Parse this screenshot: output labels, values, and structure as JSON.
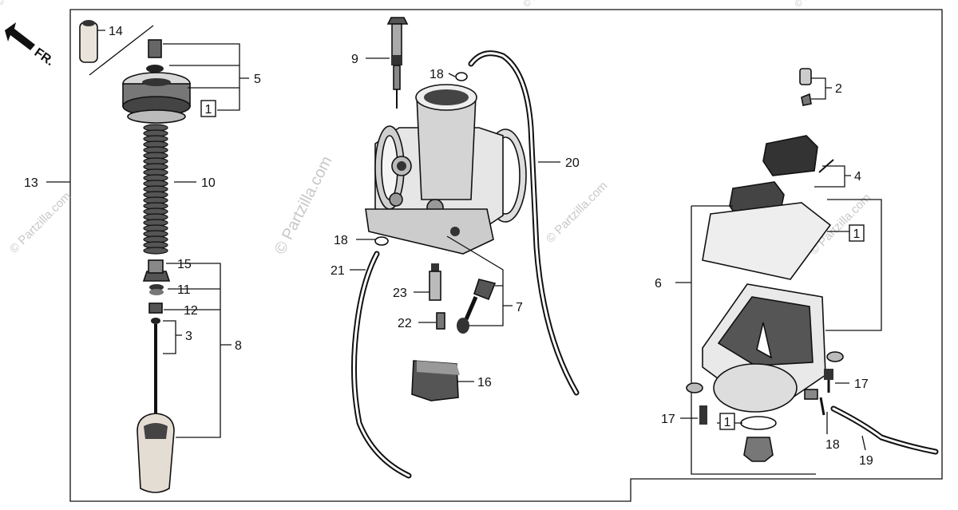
{
  "diagram": {
    "direction_label": "FR.",
    "watermarks": [
      "© Partzilla.com",
      "© Partzilla.com",
      "© Partzilla.com",
      "© Partzilla.com",
      "© Partzilla.com",
      "© Partzilla.com",
      "© Partzilla.com"
    ],
    "callouts": [
      "14",
      "5",
      "13",
      "10",
      "15",
      "11",
      "12",
      "3",
      "8",
      "9",
      "18",
      "20",
      "18",
      "21",
      "23",
      "7",
      "22",
      "16",
      "2",
      "4",
      "6",
      "17",
      "17",
      "18",
      "19"
    ],
    "kit_boxes": [
      "1",
      "1",
      "1"
    ]
  }
}
